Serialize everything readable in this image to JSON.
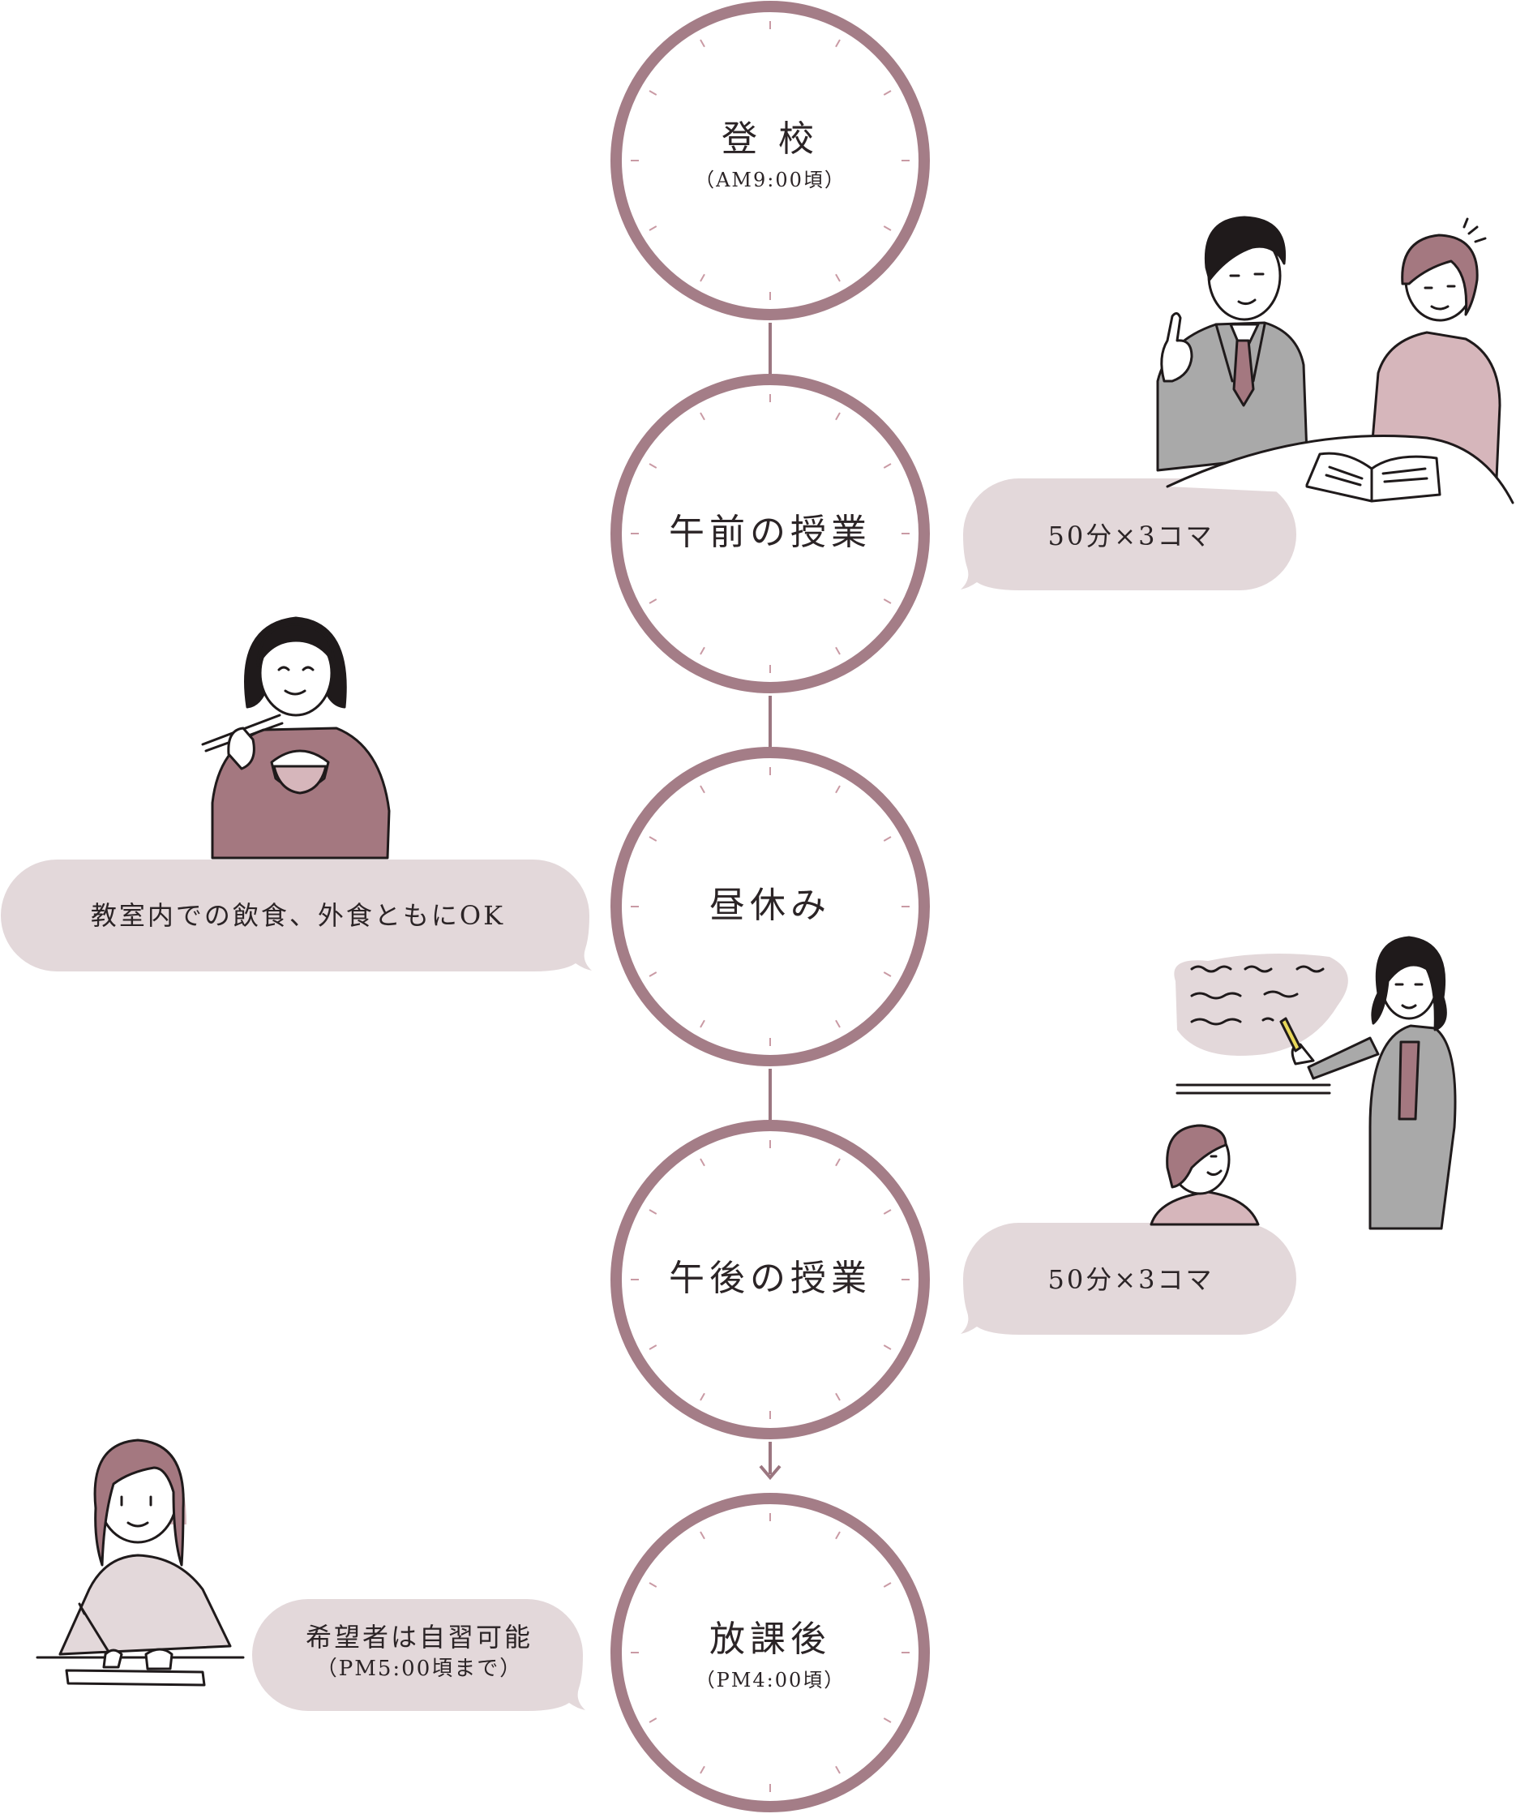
{
  "colors": {
    "ring": "#a47d87",
    "connector": "#9b7680",
    "bubble": "#e3d8da",
    "tick": "#c99aa4",
    "text": "#2b2426",
    "suit_gray": "#a9a9a9",
    "mauve": "#a47880",
    "light_pink": "#d6b6bb"
  },
  "timeline": [
    {
      "title": "登 校",
      "subtitle": "（AM9:00頃）"
    },
    {
      "title": "午前の授業",
      "subtitle": ""
    },
    {
      "title": "昼休み",
      "subtitle": ""
    },
    {
      "title": "午後の授業",
      "subtitle": ""
    },
    {
      "title": "放課後",
      "subtitle": "（PM4:00頃）"
    }
  ],
  "bubbles": [
    {
      "text": "50分×3コマ",
      "sub": ""
    },
    {
      "text": "教室内での飲食、外食ともにOK",
      "sub": ""
    },
    {
      "text": "50分×3コマ",
      "sub": ""
    },
    {
      "text": "希望者は自習可能",
      "sub": "（PM5:00頃まで）"
    }
  ],
  "illustrations": [
    {
      "icon": "teacher-and-student-at-table-illustration"
    },
    {
      "icon": "woman-eating-rice-illustration"
    },
    {
      "icon": "teacher-at-whiteboard-illustration"
    },
    {
      "icon": "student-writing-illustration"
    }
  ]
}
